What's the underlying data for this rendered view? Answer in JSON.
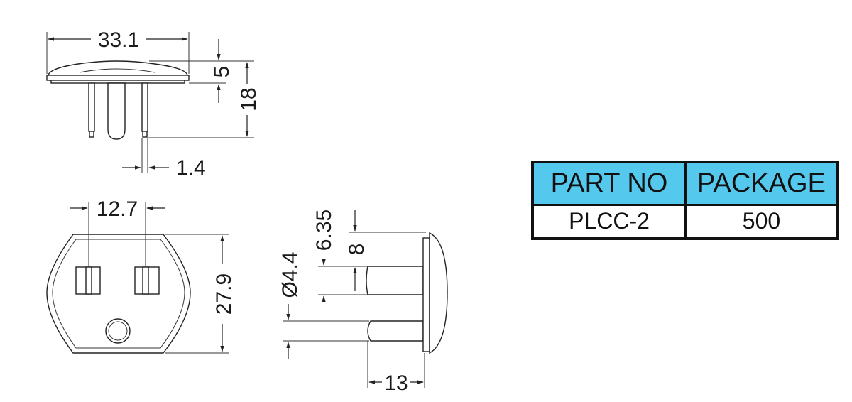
{
  "dimensions": {
    "width_top": "33.1",
    "cap_height": "5",
    "total_height": "18",
    "pin_thickness": "1.4",
    "pin_spacing": "12.7",
    "face_height": "27.9",
    "diameter": "Ø4.4",
    "dim_635": "6.35",
    "dim_8": "8",
    "pin_length": "13"
  },
  "table": {
    "headers": [
      "PART NO",
      "PACKAGE"
    ],
    "row": [
      "PLCC-2",
      "500"
    ],
    "header_color": "#55c8ee"
  }
}
